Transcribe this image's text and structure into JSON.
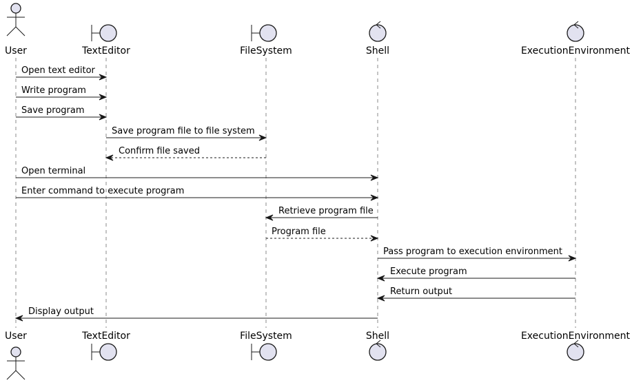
{
  "diagram": {
    "participants": [
      {
        "id": "user",
        "label": "User",
        "kind": "actor"
      },
      {
        "id": "texteditor",
        "label": "TextEditor",
        "kind": "boundary"
      },
      {
        "id": "filesystem",
        "label": "FileSystem",
        "kind": "boundary"
      },
      {
        "id": "shell",
        "label": "Shell",
        "kind": "control"
      },
      {
        "id": "execenv",
        "label": "ExecutionEnvironment",
        "kind": "control"
      }
    ],
    "messages": [
      {
        "from": "user",
        "to": "texteditor",
        "label": "Open text editor",
        "style": "solid"
      },
      {
        "from": "user",
        "to": "texteditor",
        "label": "Write program",
        "style": "solid"
      },
      {
        "from": "user",
        "to": "texteditor",
        "label": "Save program",
        "style": "solid"
      },
      {
        "from": "texteditor",
        "to": "filesystem",
        "label": "Save program file to file system",
        "style": "solid"
      },
      {
        "from": "filesystem",
        "to": "texteditor",
        "label": "Confirm file saved",
        "style": "dashed"
      },
      {
        "from": "user",
        "to": "shell",
        "label": "Open terminal",
        "style": "solid"
      },
      {
        "from": "user",
        "to": "shell",
        "label": "Enter command to execute program",
        "style": "solid"
      },
      {
        "from": "shell",
        "to": "filesystem",
        "label": "Retrieve program file",
        "style": "solid"
      },
      {
        "from": "filesystem",
        "to": "shell",
        "label": "Program file",
        "style": "dashed"
      },
      {
        "from": "shell",
        "to": "execenv",
        "label": "Pass program to execution environment",
        "style": "solid"
      },
      {
        "from": "execenv",
        "to": "shell",
        "label": "Execute program",
        "style": "solid"
      },
      {
        "from": "execenv",
        "to": "shell",
        "label": "Return output",
        "style": "solid"
      },
      {
        "from": "shell",
        "to": "user",
        "label": "Display output",
        "style": "solid"
      }
    ],
    "colors": {
      "participant_fill": "#e2e2f0",
      "participant_stroke": "#181818",
      "lifeline": "#888888",
      "arrow": "#181818"
    }
  }
}
